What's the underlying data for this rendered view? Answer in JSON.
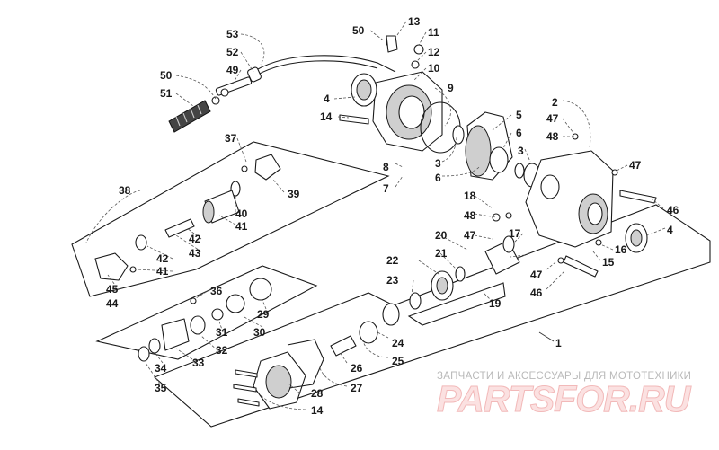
{
  "watermark": {
    "caption": "ЗАПЧАСТИ И АКСЕССУАРЫ ДЛЯ МОТОТЕХНИКИ",
    "logo": "PARTSFOR.RU"
  },
  "callouts": [
    {
      "id": "c1",
      "text": "1"
    },
    {
      "id": "c2",
      "text": "2"
    },
    {
      "id": "c3a",
      "text": "3"
    },
    {
      "id": "c3b",
      "text": "3"
    },
    {
      "id": "c4a",
      "text": "4"
    },
    {
      "id": "c4b",
      "text": "4"
    },
    {
      "id": "c5",
      "text": "5"
    },
    {
      "id": "c6a",
      "text": "6"
    },
    {
      "id": "c6b",
      "text": "6"
    },
    {
      "id": "c7",
      "text": "7"
    },
    {
      "id": "c8",
      "text": "8"
    },
    {
      "id": "c9",
      "text": "9"
    },
    {
      "id": "c10",
      "text": "10"
    },
    {
      "id": "c11",
      "text": "11"
    },
    {
      "id": "c12",
      "text": "12"
    },
    {
      "id": "c13",
      "text": "13"
    },
    {
      "id": "c14a",
      "text": "14"
    },
    {
      "id": "c14b",
      "text": "14"
    },
    {
      "id": "c15",
      "text": "15"
    },
    {
      "id": "c16",
      "text": "16"
    },
    {
      "id": "c17",
      "text": "17"
    },
    {
      "id": "c18",
      "text": "18"
    },
    {
      "id": "c19",
      "text": "19"
    },
    {
      "id": "c20",
      "text": "20"
    },
    {
      "id": "c21",
      "text": "21"
    },
    {
      "id": "c22",
      "text": "22"
    },
    {
      "id": "c23",
      "text": "23"
    },
    {
      "id": "c24",
      "text": "24"
    },
    {
      "id": "c25",
      "text": "25"
    },
    {
      "id": "c26",
      "text": "26"
    },
    {
      "id": "c27",
      "text": "27"
    },
    {
      "id": "c28",
      "text": "28"
    },
    {
      "id": "c29",
      "text": "29"
    },
    {
      "id": "c30",
      "text": "30"
    },
    {
      "id": "c31",
      "text": "31"
    },
    {
      "id": "c32",
      "text": "32"
    },
    {
      "id": "c33",
      "text": "33"
    },
    {
      "id": "c34",
      "text": "34"
    },
    {
      "id": "c35",
      "text": "35"
    },
    {
      "id": "c36",
      "text": "36"
    },
    {
      "id": "c37",
      "text": "37"
    },
    {
      "id": "c38",
      "text": "38"
    },
    {
      "id": "c39",
      "text": "39"
    },
    {
      "id": "c40",
      "text": "40"
    },
    {
      "id": "c41a",
      "text": "41"
    },
    {
      "id": "c41b",
      "text": "41"
    },
    {
      "id": "c42a",
      "text": "42"
    },
    {
      "id": "c42b",
      "text": "42"
    },
    {
      "id": "c43",
      "text": "43"
    },
    {
      "id": "c44",
      "text": "44"
    },
    {
      "id": "c45",
      "text": "45"
    },
    {
      "id": "c46a",
      "text": "46"
    },
    {
      "id": "c46b",
      "text": "46"
    },
    {
      "id": "c47a",
      "text": "47"
    },
    {
      "id": "c47b",
      "text": "47"
    },
    {
      "id": "c47c",
      "text": "47"
    },
    {
      "id": "c47d",
      "text": "47"
    },
    {
      "id": "c48a",
      "text": "48"
    },
    {
      "id": "c48b",
      "text": "48"
    },
    {
      "id": "c49",
      "text": "49"
    },
    {
      "id": "c50a",
      "text": "50"
    },
    {
      "id": "c50b",
      "text": "50"
    },
    {
      "id": "c51",
      "text": "51"
    },
    {
      "id": "c52",
      "text": "52"
    },
    {
      "id": "c53",
      "text": "53"
    }
  ]
}
